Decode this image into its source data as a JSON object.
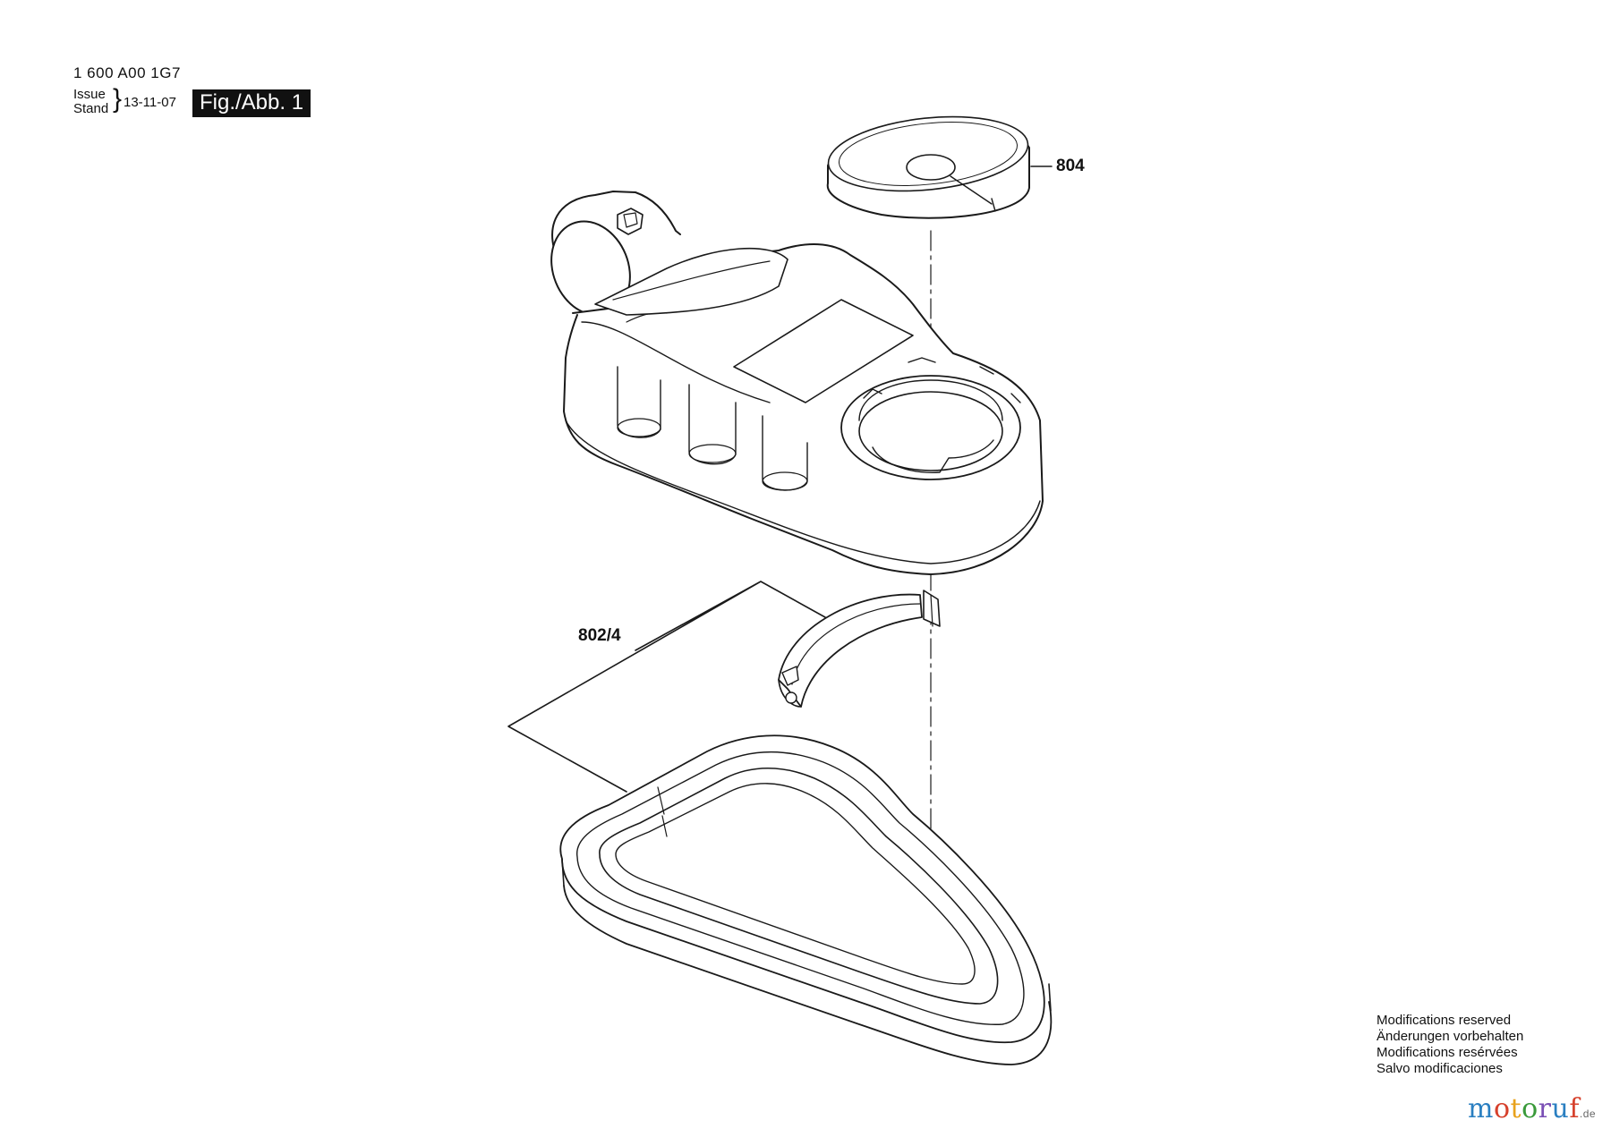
{
  "header": {
    "part_number": "1 600 A00 1G7",
    "issue_label": "Issue",
    "stand_label": "Stand",
    "brace": "}",
    "issue_date": "13-11-07",
    "figure_label": "Fig./Abb. 1"
  },
  "callouts": {
    "cap": "804",
    "seal_set": "802/4"
  },
  "notes": [
    "Modifications reserved",
    "Änderungen vorbehalten",
    "Modifications resérvées",
    "Salvo modificaciones"
  ],
  "watermark": {
    "letters": [
      "m",
      "o",
      "t",
      "o",
      "r",
      "u",
      "f"
    ],
    "letter_colors": [
      "#2a7fc1",
      "#d6402b",
      "#e8a21c",
      "#3a9a3a",
      "#7a4fb5",
      "#2a7fc1",
      "#d6402b"
    ],
    "suffix": ".de"
  },
  "colors": {
    "line": "#1a1a1a",
    "part_fill": "#ffffff",
    "badge_bg": "#111111"
  }
}
